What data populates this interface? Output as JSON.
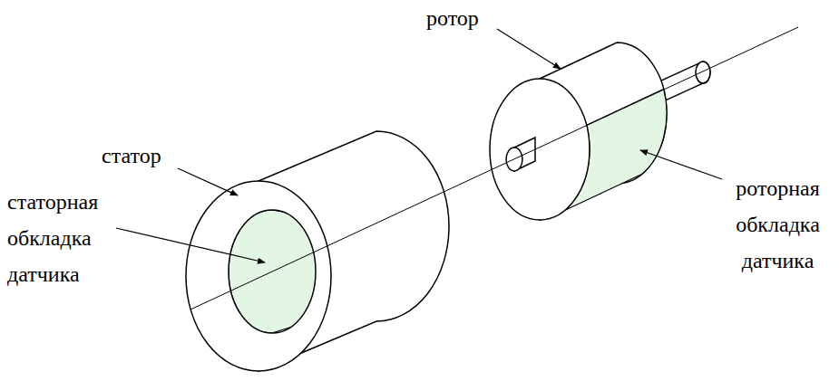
{
  "diagram": {
    "labels": [
      "ротор",
      "статор",
      "статорная обкладка датчика",
      "роторная обкладка датчика"
    ]
  }
}
